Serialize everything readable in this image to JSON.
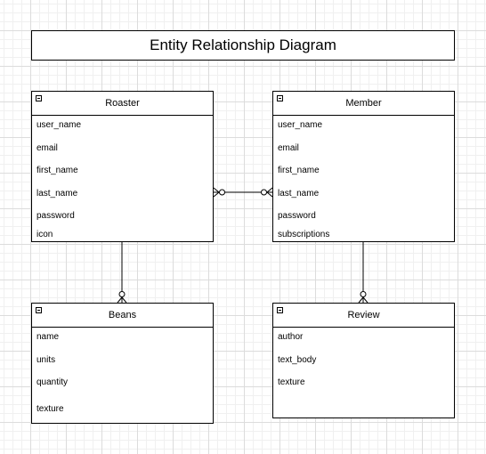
{
  "diagram": {
    "title": "Entity Relationship Diagram",
    "entities": {
      "roaster": {
        "name": "Roaster",
        "attributes": [
          "user_name",
          "email",
          "first_name",
          "last_name",
          "password",
          "icon"
        ]
      },
      "member": {
        "name": "Member",
        "attributes": [
          "user_name",
          "email",
          "first_name",
          "last_name",
          "password",
          "subscriptions"
        ]
      },
      "beans": {
        "name": "Beans",
        "attributes": [
          "name",
          "units",
          "quantity",
          "texture"
        ]
      },
      "review": {
        "name": "Review",
        "attributes": [
          "author",
          "text_body",
          "texture"
        ]
      }
    },
    "relationships": [
      {
        "from": "Roaster",
        "to": "Member",
        "from_end": "zero-or-many",
        "to_end": "zero-or-many"
      },
      {
        "from": "Roaster",
        "to": "Beans",
        "from_end": "one",
        "to_end": "zero-or-many"
      },
      {
        "from": "Member",
        "to": "Review",
        "from_end": "one",
        "to_end": "zero-or-many"
      }
    ]
  }
}
